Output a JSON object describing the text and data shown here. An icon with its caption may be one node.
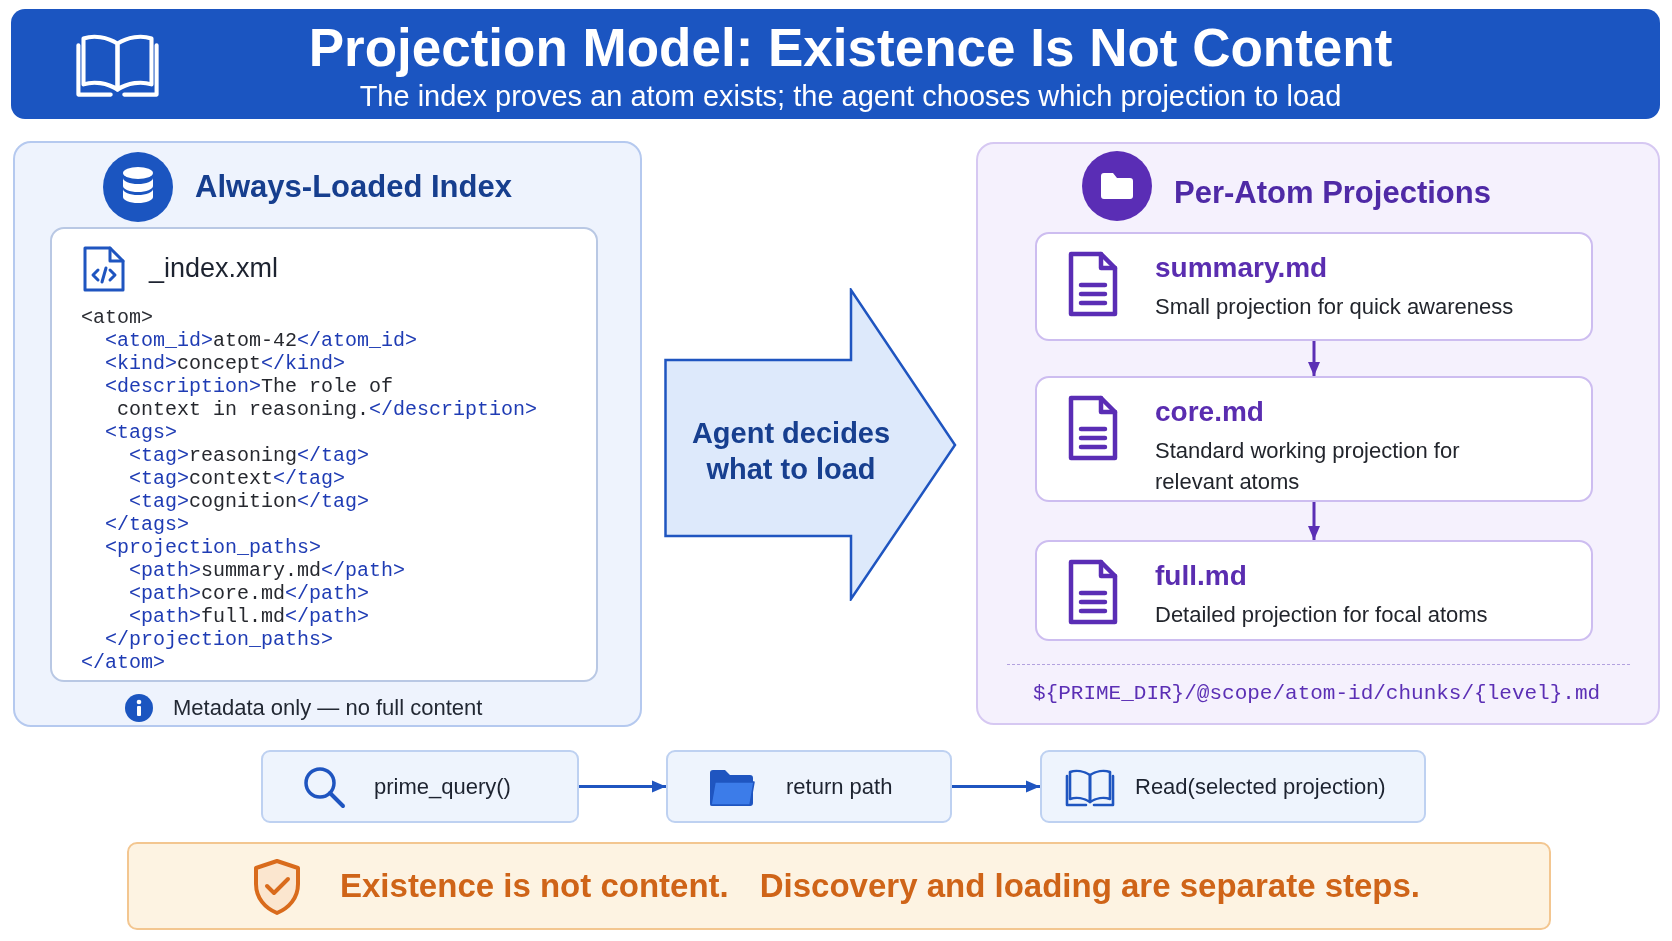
{
  "diagram": {
    "title": "Projection Model: Existence Is Not Content",
    "nodes": [
      {
        "text": [
          "Always-Loaded Index",
          "Metadata only — no full content"
        ]
      },
      {
        "text": [
          "_index.xml",
          "<atom>",
          "<atom_id>atom-42</atom_id>",
          "<kind>concept</kind>",
          "<description>The role of",
          "context in reasoning.</description>",
          "<tags>",
          "<tag>reasoning</tag>",
          "<tag>context</tag>",
          "<tag>cognition</tag>",
          "</tags>",
          "<projection_paths>",
          "<path>summary.md</path>",
          "<path>core.md</path>",
          "<path>full.md</path>",
          "</projection_paths>",
          "</atom>"
        ],
        "in": 0
      },
      {
        "text": [
          "Agent decides what to load"
        ]
      },
      {
        "text": [
          "Per-Atom Projections",
          "${PRIME_DIR}/@scope/atom-id/chunks/{level}.md"
        ]
      },
      {
        "text": [
          "summary.md",
          "Small projection for quick awareness"
        ],
        "in": 3
      },
      {
        "text": [
          "core.md",
          "Standard working projection for relevant atoms"
        ],
        "in": 3
      },
      {
        "text": [
          "full.md",
          "Detailed projection for focal atoms"
        ],
        "in": 3
      },
      {
        "text": [
          "prime_query()"
        ]
      },
      {
        "text": [
          "return path"
        ]
      },
      {
        "text": [
          "Read(selected projection)"
        ]
      },
      {
        "text": [
          "Existence is not content.",
          "Discovery and loading are separate steps."
        ]
      }
    ],
    "edges": [
      {
        "from": 4,
        "to": 5,
        "arrow": "to",
        "color": "#5b2fb5"
      },
      {
        "from": 5,
        "to": 6,
        "arrow": "to",
        "color": "#5b2fb5"
      },
      {
        "from": 7,
        "to": 8,
        "arrow": "to",
        "color": "#1f55c0"
      },
      {
        "from": 8,
        "to": 9,
        "arrow": "to",
        "color": "#1f55c0"
      }
    ],
    "labels": [
      "The index proves an atom exists; the agent chooses which projection to load"
    ]
  }
}
